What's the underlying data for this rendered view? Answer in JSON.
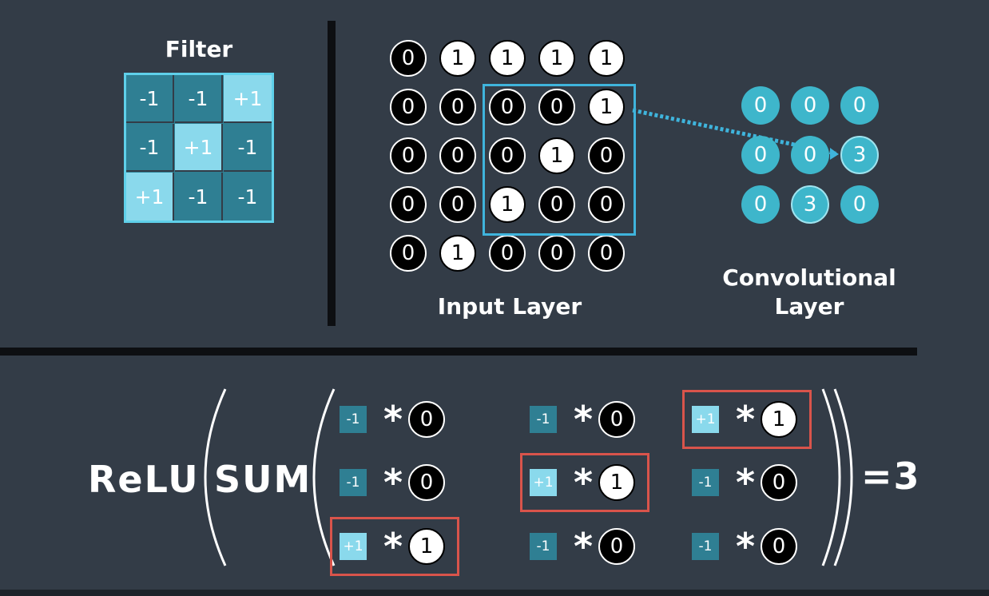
{
  "colors": {
    "background": "#333c47",
    "filter_dark": "#2f7f93",
    "filter_light": "#8ad9ec",
    "filter_border": "#5fd0ea",
    "conv_circle": "#3eb6cb",
    "highlight_box": "#d9544b",
    "window_box": "#3fb4dc"
  },
  "filter": {
    "title": "Filter",
    "values": [
      [
        "-1",
        "-1",
        "+1"
      ],
      [
        "-1",
        "+1",
        "-1"
      ],
      [
        "+1",
        "-1",
        "-1"
      ]
    ]
  },
  "input_layer": {
    "label": "Input Layer",
    "values": [
      [
        "0",
        "1",
        "1",
        "1",
        "1"
      ],
      [
        "0",
        "0",
        "0",
        "0",
        "1"
      ],
      [
        "0",
        "0",
        "0",
        "1",
        "0"
      ],
      [
        "0",
        "0",
        "1",
        "0",
        "0"
      ],
      [
        "0",
        "1",
        "0",
        "0",
        "0"
      ]
    ]
  },
  "conv_layer": {
    "label_line1": "Convolutional",
    "label_line2": "Layer",
    "values": [
      [
        "0",
        "0",
        "0"
      ],
      [
        "0",
        "0",
        "3"
      ],
      [
        "0",
        "3",
        "0"
      ]
    ]
  },
  "equation": {
    "relu": "ReLU",
    "sum": "SUM",
    "result": "=3",
    "operator": "*",
    "terms": [
      [
        {
          "w": "-1",
          "x": "0"
        },
        {
          "w": "-1",
          "x": "0"
        },
        {
          "w": "+1",
          "x": "1"
        }
      ],
      [
        {
          "w": "-1",
          "x": "0"
        },
        {
          "w": "+1",
          "x": "1"
        },
        {
          "w": "-1",
          "x": "0"
        }
      ],
      [
        {
          "w": "+1",
          "x": "1"
        },
        {
          "w": "-1",
          "x": "0"
        },
        {
          "w": "-1",
          "x": "0"
        }
      ]
    ]
  }
}
